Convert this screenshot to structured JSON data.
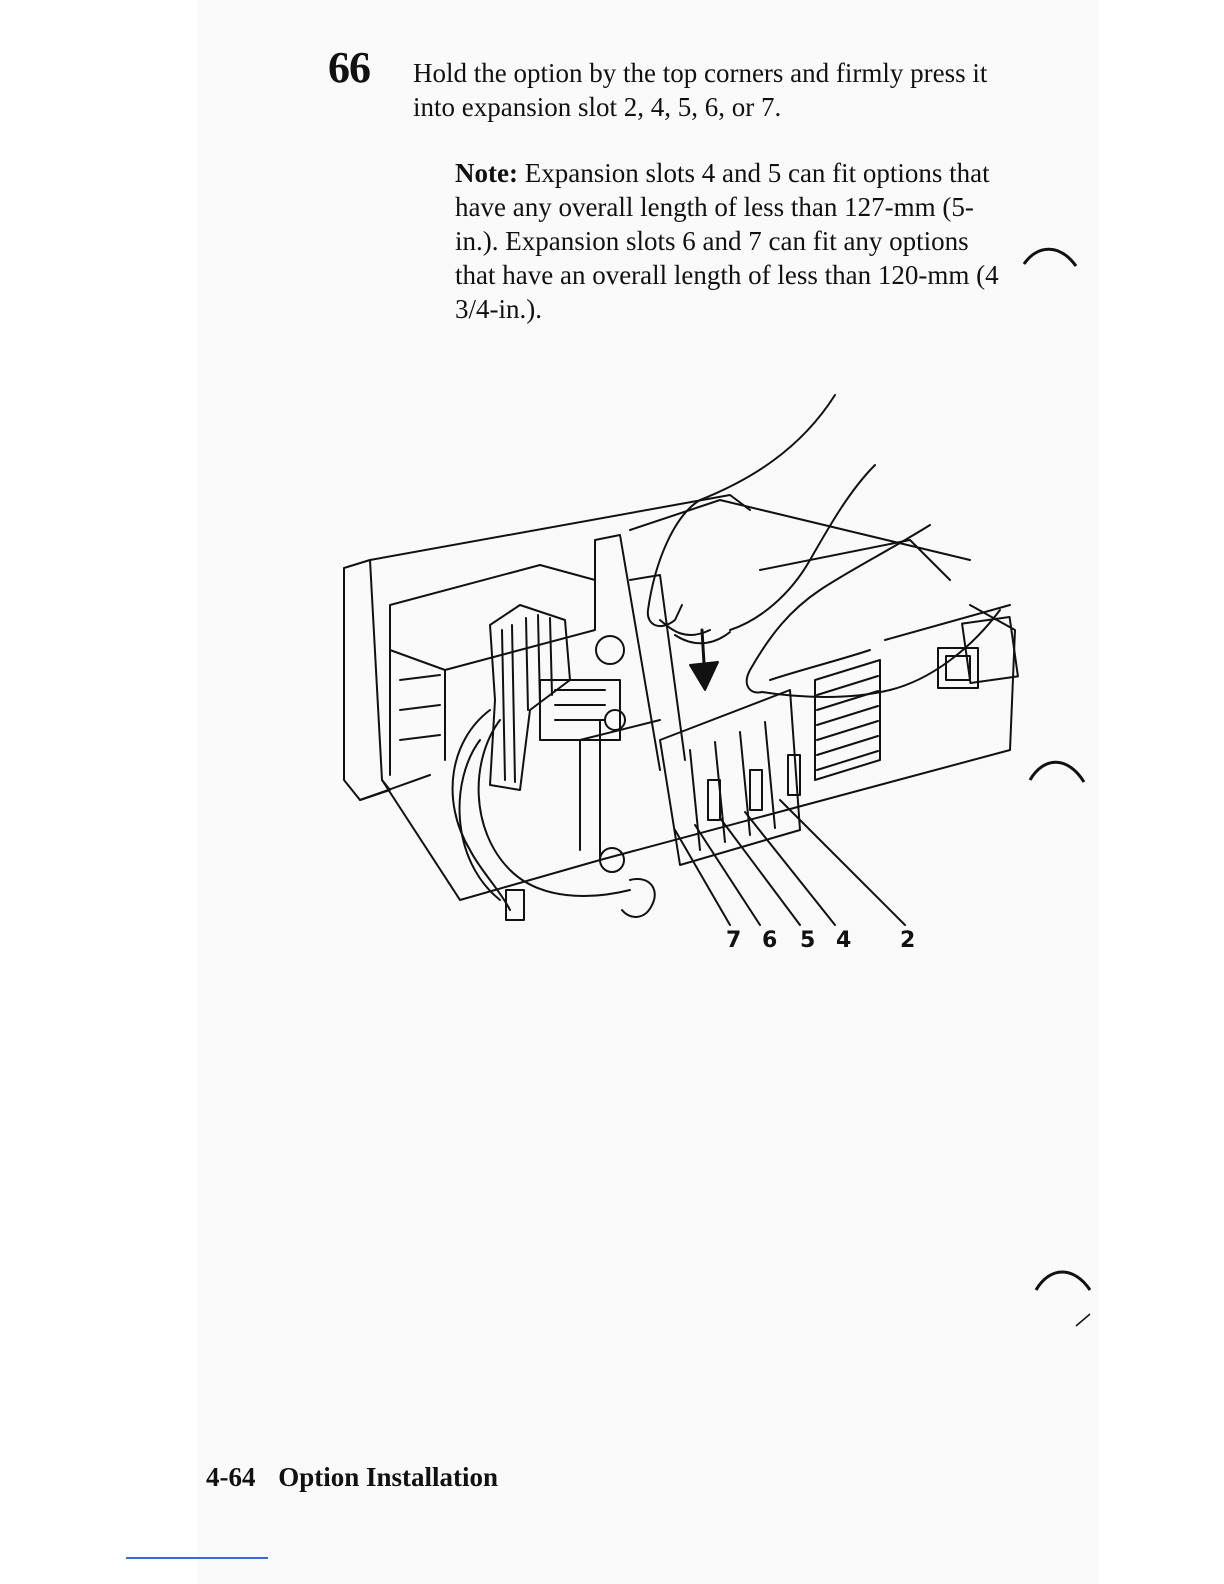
{
  "step": {
    "number": "66",
    "text": "Hold the option by the top corners and firmly press it into expansion slot 2, 4, 5, 6, or 7."
  },
  "note": {
    "label": "Note:",
    "text": "Expansion slots 4 and 5 can fit options that have any overall length of less than 127-mm (5-in.). Expansion slots 6 and 7 can fit any options that have an overall length of less than 120-mm (4 3/4-in.)."
  },
  "figure": {
    "slot_labels": [
      "7",
      "6",
      "5",
      "4",
      "2"
    ]
  },
  "footer": {
    "page_number": "4-64",
    "section_title": "Option Installation"
  }
}
